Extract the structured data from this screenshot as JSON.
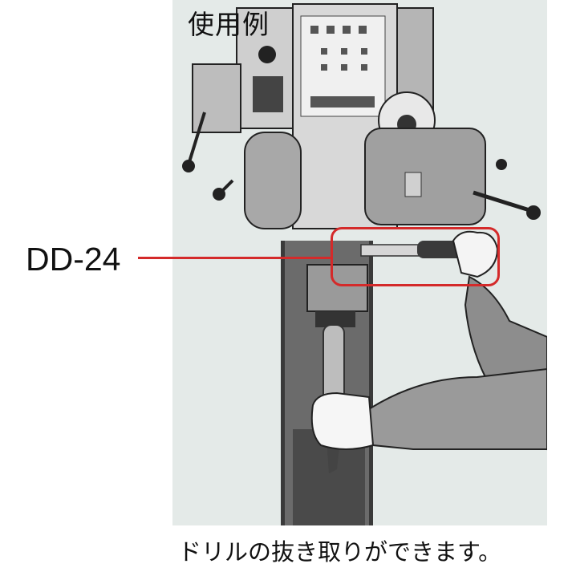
{
  "photo": {
    "label": "使用例",
    "background_color": "#e4eae8"
  },
  "callout": {
    "product_code": "DD-24",
    "highlight_color": "#d42a2a"
  },
  "caption": {
    "text": "ドリルの抜き取りができます。"
  }
}
